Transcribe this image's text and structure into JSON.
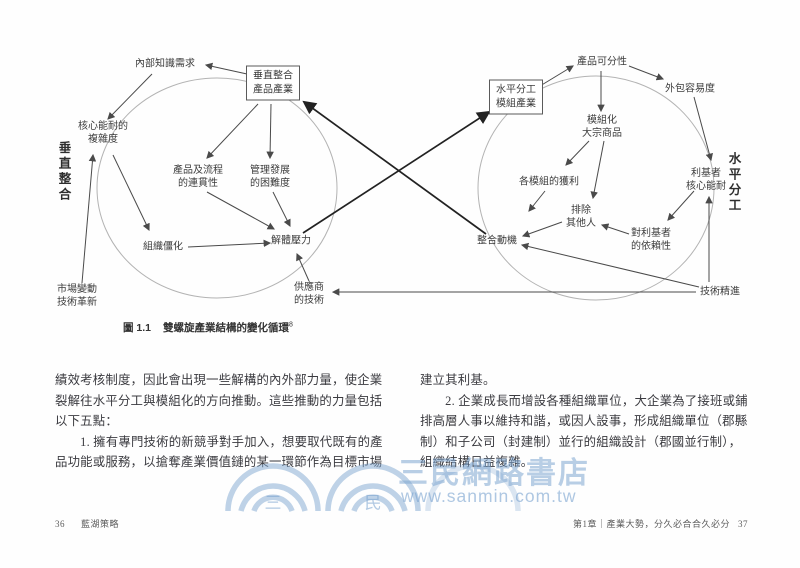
{
  "figure": {
    "axes": {
      "left": "垂直整合",
      "right": "水平分工"
    },
    "left_cycle": {
      "box": [
        "垂直整合",
        "產品產業"
      ],
      "internal_knowledge": "內部知識需求",
      "core_complexity": [
        "核心能耐的",
        "複雜度"
      ],
      "product_process": [
        "產品及流程",
        "的連貫性"
      ],
      "mgmt_difficulty": [
        "管理發展",
        "的困難度"
      ],
      "org_rigidity": "組織僵化",
      "disintegration_pressure": "解體壓力",
      "market_change": [
        "市場變動",
        "技術革新"
      ],
      "supplier_tech": [
        "供應商",
        "的技術"
      ]
    },
    "right_cycle": {
      "box": [
        "水平分工",
        "模組產業"
      ],
      "divisibility": "產品可分性",
      "outsourcing_ease": "外包容易度",
      "modular_commodity": [
        "模組化",
        "大宗商品"
      ],
      "module_profit": "各模組的獲利",
      "exclude_others": [
        "排除",
        "其他人"
      ],
      "niche_dependence": [
        "對利基者",
        "的依賴性"
      ],
      "niche_core": [
        "利基者",
        "核心能耐"
      ],
      "integration_motive": "整合動機",
      "tech_advance": "技術精進"
    },
    "caption_label": "圖 1.1",
    "caption_text": "雙螺旋產業結構的變化循環",
    "caption_footnote": "8"
  },
  "body": {
    "left_lines": [
      "績效考核制度，因此會出現一些解構的內外部力量，使企業",
      "裂解往水平分工與模組化的方向推動。這些推動的力量包括",
      "以下五點：",
      "　　1. 擁有專門技術的新競爭對手加入，想要取代既有的產",
      "品功能或服務，以搶奪產業價值鏈的某一環節作為目標市場"
    ],
    "right_lines": [
      "建立其利基。",
      "　　2. 企業成長而增設各種組織單位，大企業為了接班或鋪",
      "排高層人事以維持和諧，或因人設事，形成組織單位（郡縣",
      "制）和子公司（封建制）並行的組織設計（郡國並行制），",
      "組織結構日益複雜。"
    ]
  },
  "watermark": {
    "store": "三民網路書店",
    "url": "www.sanmin.com.tw",
    "logo_chars": [
      "三",
      "民"
    ]
  },
  "footer": {
    "left_page": "36",
    "book_title": "藍湖策略",
    "chapter_num": "第1章",
    "chapter_sep": "｜",
    "chapter_title": "產業大勢，分久必合合久必分",
    "right_page": "37"
  }
}
